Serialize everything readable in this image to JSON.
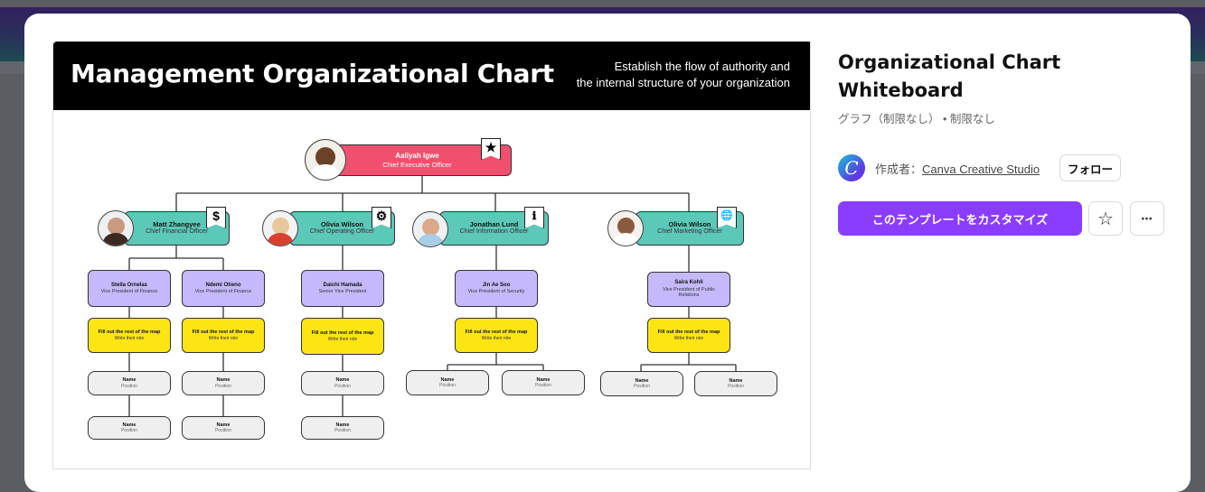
{
  "preview": {
    "title": "Management Organizational Chart",
    "subtitle_line1": "Establish the flow of authority and",
    "subtitle_line2": "the internal structure of your organization",
    "ceo": {
      "name": "Aaliyah Igwe",
      "role": "Chief Executive Officer",
      "badge": "★"
    },
    "chiefs": [
      {
        "name": "Matt Zhangyee",
        "role": "Chief Financial Officer",
        "badge": "$"
      },
      {
        "name": "Olivia Wilson",
        "role": "Chief Operating Officer",
        "badge": "⚙"
      },
      {
        "name": "Jonathan Lund",
        "role": "Chief Information Officer",
        "badge": "ℹ"
      },
      {
        "name": "Olivia Wilson",
        "role": "Chief Marketing Officer",
        "badge": "🌐"
      }
    ],
    "vps": [
      {
        "name": "Stella Ornelas",
        "role": "Vice President of Finance"
      },
      {
        "name": "Ndemi Otieno",
        "role": "Vice President of Finance"
      },
      {
        "name": "Daichi Hamada",
        "role": "Senior Vice President"
      },
      {
        "name": "Jin Ae Soo",
        "role": "Vice President of Security"
      },
      {
        "name": "Saira Kohli",
        "role": "Vice President of Public Relations"
      }
    ],
    "fill": {
      "title": "Fill out the rest of the map",
      "sub": "Write their role"
    },
    "placeholder": {
      "name": "Name",
      "position": "Position"
    }
  },
  "info": {
    "title": "Organizational Chart Whiteboard",
    "category": "グラフ（制限なし） • 制限なし",
    "author_prefix": "作成者：",
    "author": "Canva Creative Studio",
    "logo_letter": "C",
    "follow": "フォロー",
    "customize": "このテンプレートをカスタマイズ",
    "star": "☆",
    "more": "•••"
  }
}
